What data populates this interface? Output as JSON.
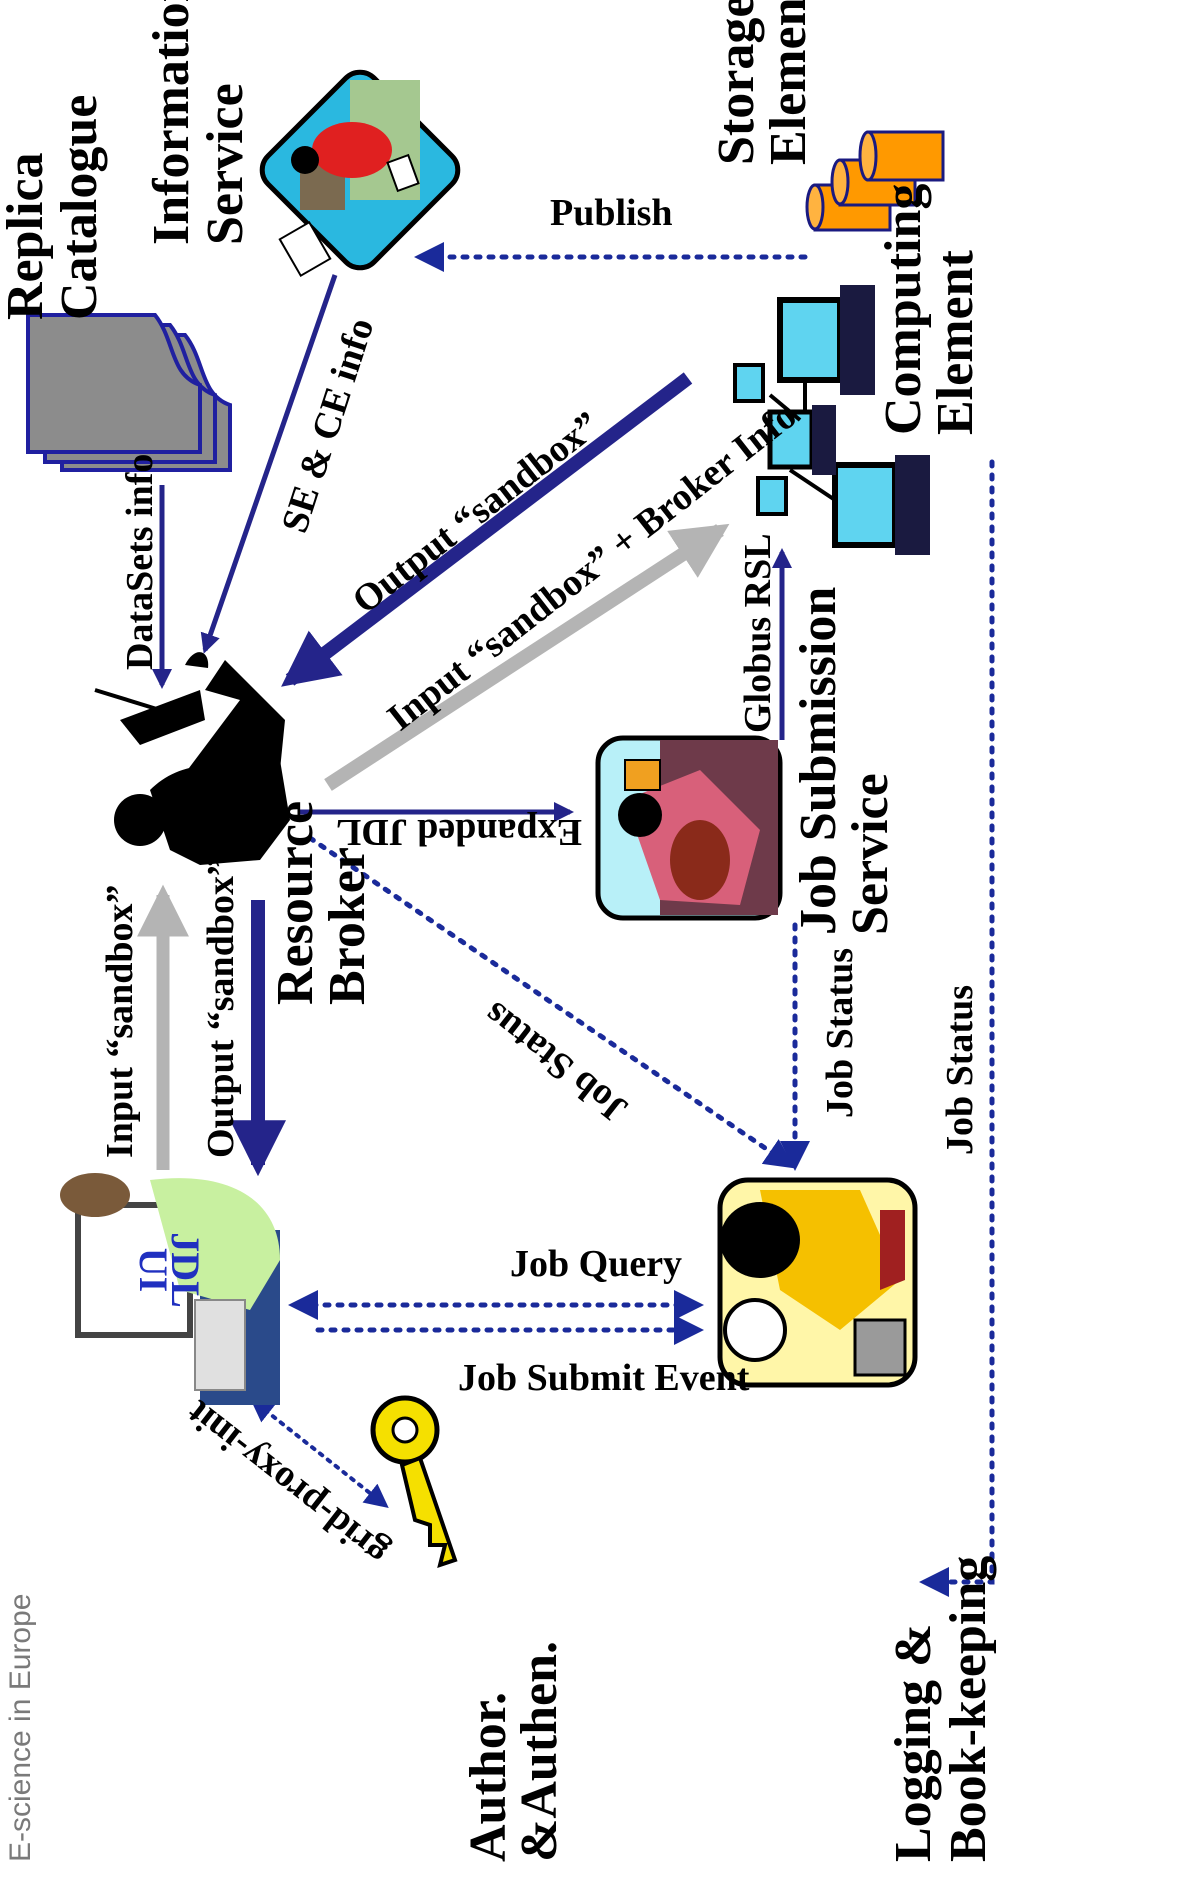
{
  "footer": "E-science in Europe",
  "nodes": {
    "replica_catalogue": [
      "Replica",
      "Catalogue"
    ],
    "information_service": [
      "Information",
      "Service"
    ],
    "storage_element": [
      "Storage",
      "Element"
    ],
    "computing_element": [
      "Computing",
      "Element"
    ],
    "resource_broker": [
      "Resource",
      "Broker"
    ],
    "job_submission_service": [
      "Job Submission",
      "Service"
    ],
    "logging_bookkeeping": [
      "Logging &",
      "Book-keeping"
    ],
    "author_authen": [
      "Author.",
      "&Authen."
    ],
    "ui_jdl": [
      "UI",
      "JDL"
    ]
  },
  "edges": {
    "publish": "Publish",
    "se_ce_info": "SE & CE info",
    "datasets_info": "DataSets info",
    "output_sandbox_ce": "Output “sandbox”",
    "input_sandbox_broker": "Input “sandbox” + Broker Info",
    "globus_rsl": "Globus RSL",
    "expanded_jdl": "Expanded JDL",
    "input_sandbox_ui": "Input “sandbox”",
    "output_sandbox_ui": "Output “sandbox”",
    "job_status_rb": "Job Status",
    "job_status_jss": "Job Status",
    "job_status_ce": "Job Status",
    "job_query": "Job Query",
    "job_submit_event": "Job Submit Event",
    "grid_proxy_init": "grid-proxy-init"
  },
  "colors": {
    "dark_blue": "#24248a",
    "dotted_blue": "#1a2a9a",
    "grey_arrow": "#b4b4b4",
    "storage_orange": "#ff9900",
    "catalogue_grey": "#8c8c8c",
    "monitor_cyan": "#5fd4f0"
  }
}
